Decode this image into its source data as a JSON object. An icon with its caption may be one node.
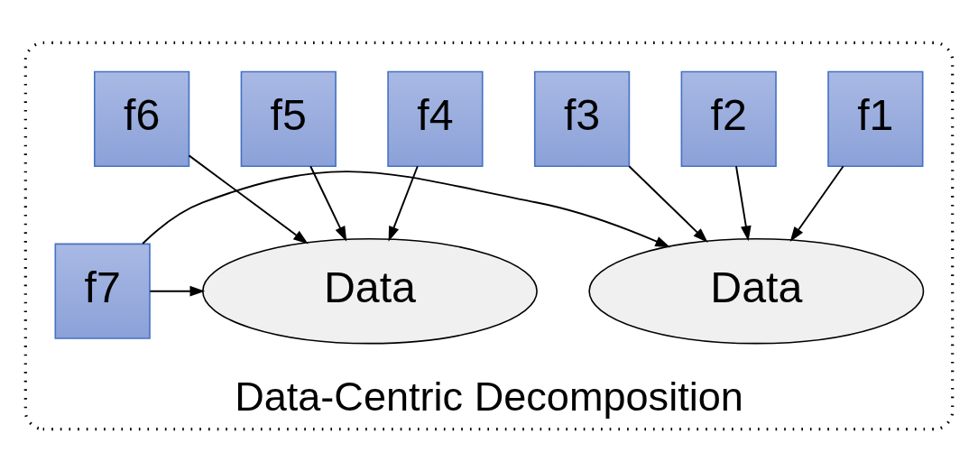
{
  "diagram": {
    "nodes": [
      {
        "text": [
          "Data-Centric Decomposition"
        ]
      },
      {
        "text": [
          "f1"
        ],
        "in": 0
      },
      {
        "text": [
          "f2"
        ],
        "in": 0
      },
      {
        "text": [
          "f3"
        ],
        "in": 0
      },
      {
        "text": [
          "f4"
        ],
        "in": 0
      },
      {
        "text": [
          "f5"
        ],
        "in": 0
      },
      {
        "text": [
          "f6"
        ],
        "in": 0
      },
      {
        "text": [
          "Data"
        ],
        "in": 0
      },
      {
        "text": [
          "f7"
        ],
        "in": 0
      },
      {
        "text": [
          "Data"
        ],
        "in": 0
      }
    ],
    "edges": [
      {
        "from": 1,
        "to": 7,
        "arrow": "to"
      },
      {
        "from": 2,
        "to": 7,
        "arrow": "to"
      },
      {
        "from": 3,
        "to": 7,
        "arrow": "to"
      },
      {
        "from": 4,
        "to": 9,
        "arrow": "to"
      },
      {
        "from": 5,
        "to": 9,
        "arrow": "to"
      },
      {
        "from": 6,
        "to": 9,
        "arrow": "to"
      },
      {
        "from": 8,
        "to": 7,
        "arrow": "to"
      },
      {
        "from": 8,
        "to": 9,
        "arrow": "to"
      }
    ]
  }
}
